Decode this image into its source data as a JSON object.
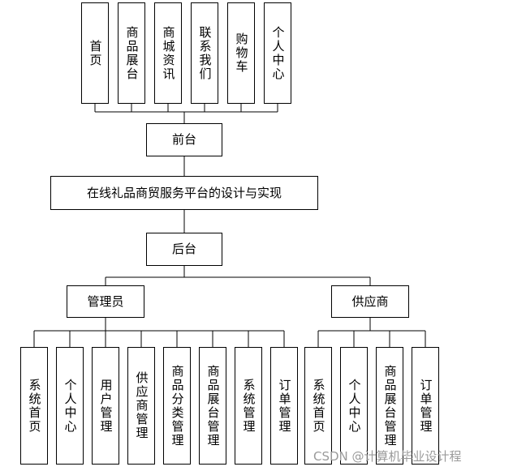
{
  "diagram": {
    "title": "在线礼品商贸服务平台的设计与实现",
    "frontend": {
      "label": "前台",
      "modules": [
        "首页",
        "商品展台",
        "商城资讯",
        "联系我们",
        "购物车",
        "个人中心"
      ]
    },
    "backend": {
      "label": "后台",
      "roles": [
        {
          "label": "管理员",
          "modules": [
            "系统首页",
            "个人中心",
            "用户管理",
            "供应商管理",
            "商品分类管理",
            "商品展台管理",
            "系统管理",
            "订单管理"
          ]
        },
        {
          "label": "供应商",
          "modules": [
            "系统首页",
            "个人中心",
            "商品展台管理",
            "订单管理"
          ]
        }
      ]
    }
  },
  "watermark": "CSDN @计算机毕业设计程"
}
